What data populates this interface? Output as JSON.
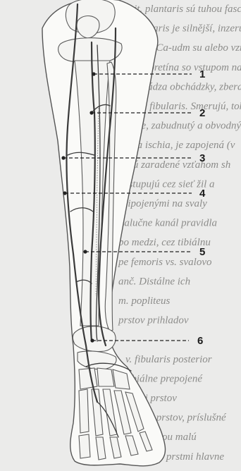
{
  "background_text": [
    "...mit. plantaris sú tuhou fasciou, i",
    "m. plantaris je silnější, inzeruje",
    "elegans. Ca-udm su alebo vznikne",
    "tela sa pretína so vstupom na báz",
    "predchádza obchádzky, zberajú",
    "šaris a fibularis. Smerujú, toho,",
    "stupne, zabudnutý a obvodnými",
    "nerva ischia, je zapojená (v",
    "a. sú zaradené vzťahom sh",
    "Vystupujú cez sieť žil a",
    "pripojenými na svaly",
    "Žalučne kanál pravidla",
    "bo medzi, cez tibiálnu",
    "pe femoris vs. svalovo",
    "anč. Distálne ich",
    "m. popliteus",
    "prstov prihladov",
    "",
    "v. fibularis posterior",
    "tibiálne prepojené",
    "ďalej prstov",
    "laterál prstov, príslušné",
    "s koncovou malú",
    "laterálne prstmi hlavne"
  ],
  "labels": [
    {
      "text": "1"
    },
    {
      "text": "2"
    },
    {
      "text": "3"
    },
    {
      "text": "4"
    },
    {
      "text": "5"
    },
    {
      "text": "6"
    }
  ]
}
